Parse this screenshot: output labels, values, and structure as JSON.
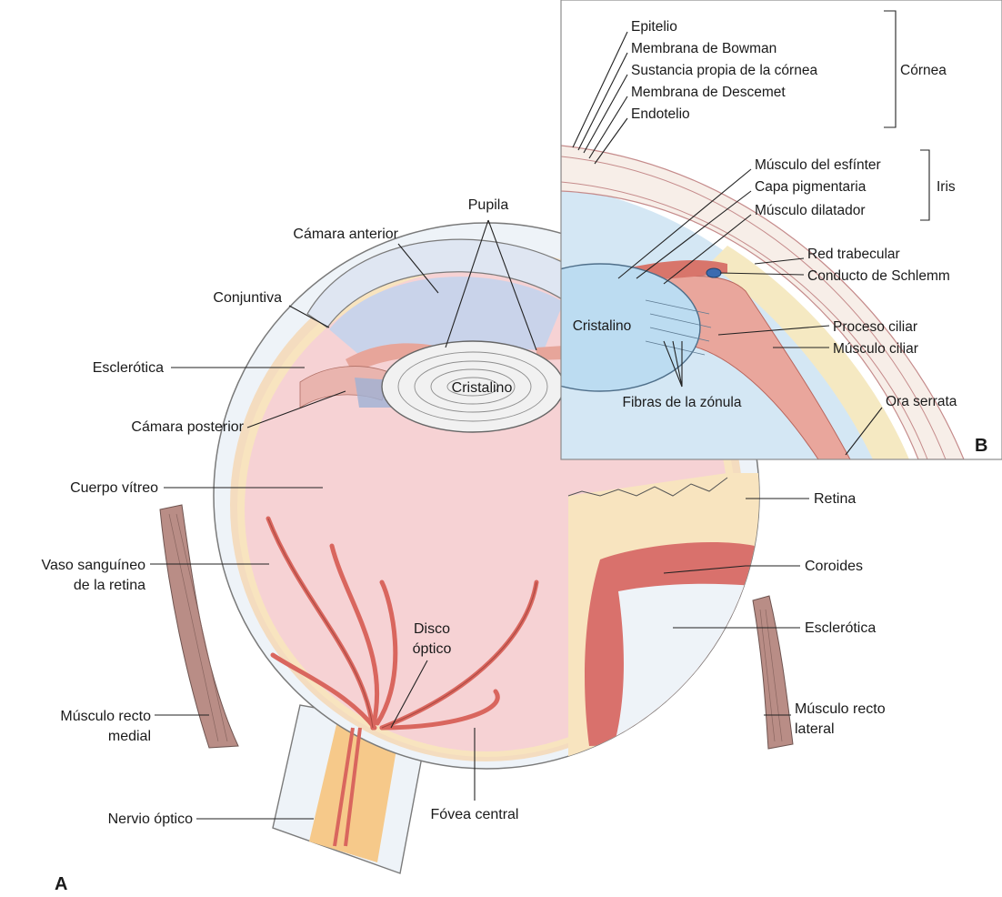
{
  "figure": {
    "panel_a_letter": "A",
    "panel_b_letter": "B"
  },
  "panel_a_labels": {
    "pupila": "Pupila",
    "camara_anterior": "Cámara anterior",
    "conjuntiva": "Conjuntiva",
    "esclerotica_left": "Esclerótica",
    "cristalino": "Cristalino",
    "camara_posterior": "Cámara posterior",
    "cuerpo_vitreo": "Cuerpo vítreo",
    "vaso_line1": "Vaso sanguíneo",
    "vaso_line2": "de la retina",
    "disco_line1": "Disco",
    "disco_line2": "óptico",
    "musculo_medial_line1": "Músculo recto",
    "musculo_medial_line2": "medial",
    "nervio_optico": "Nervio óptico",
    "fovea_central": "Fóvea central",
    "retina": "Retina",
    "coroides": "Coroides",
    "esclerotica_right": "Esclerótica",
    "musculo_lateral_line1": "Músculo recto",
    "musculo_lateral_line2": "lateral"
  },
  "panel_b_labels": {
    "epitelio": "Epitelio",
    "membrana_bowman": "Membrana de Bowman",
    "sustancia_propia": "Sustancia propia de la córnea",
    "membrana_descemet": "Membrana de Descemet",
    "endotelio": "Endotelio",
    "cornea": "Córnea",
    "musculo_esfinter": "Músculo del esfínter",
    "capa_pigmentaria": "Capa pigmentaria",
    "musculo_dilatador": "Músculo dilatador",
    "iris": "Iris",
    "red_trabecular": "Red trabecular",
    "conducto_schlemm": "Conducto de Schlemm",
    "cristalino": "Cristalino",
    "proceso_ciliar": "Proceso ciliar",
    "musculo_ciliar": "Músculo ciliar",
    "fibras_zonula": "Fibras de la zónula",
    "ora_serrata": "Ora serrata"
  },
  "colors": {
    "sclera": "#eef3f8",
    "vitreous": "#f6d2d4",
    "retina": "#f8e4bf",
    "choroid": "#d9716c",
    "vessel": "#d9665e",
    "aqueous": "#c9d3ea",
    "muscle": "#b98d86",
    "nerve": "#f6c98a",
    "inset_bg": "#d4e7f4",
    "lens": "#f1f1f1",
    "iris": "#e7a59a"
  }
}
